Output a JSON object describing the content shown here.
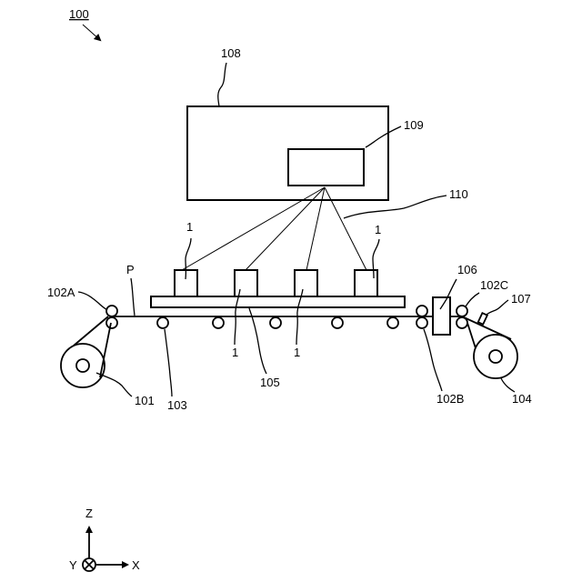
{
  "labels": {
    "figure": "100",
    "controller": "108",
    "camera": "109",
    "light_rays": "110",
    "object_left": "1",
    "object_right": "1",
    "object_bottom_a": "1",
    "object_bottom_b": "1",
    "sheet": "P",
    "roller_a": "102A",
    "roller_b": "102B",
    "roller_c": "102C",
    "cutter": "106",
    "sensor": "107",
    "supply_roll": "101",
    "support_rollers": "103",
    "takeup_roll": "104",
    "stage": "105"
  },
  "axes": {
    "z": "Z",
    "y": "Y",
    "x": "X"
  }
}
